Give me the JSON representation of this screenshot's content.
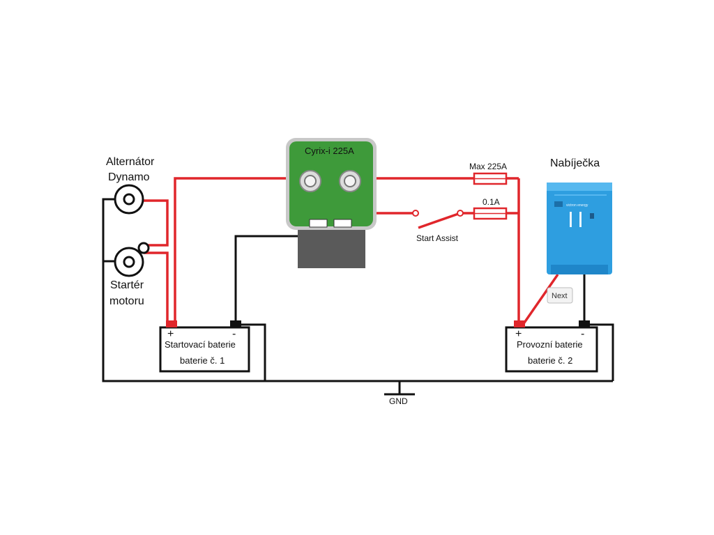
{
  "labels": {
    "alternator_line1": "Alternátor",
    "alternator_line2": "Dynamo",
    "starter_line1": "Startér",
    "starter_line2": "motoru",
    "cyrix_title": "Cyrix-i 225A",
    "fuse_main": "Max 225A",
    "fuse_small": "0.1A",
    "start_assist": "Start Assist",
    "charger_title": "Nabíječka",
    "charger_brand": "victron energy",
    "next_button": "Next",
    "battery1_line1": "Startovací baterie",
    "battery1_line2": "baterie č. 1",
    "battery2_line1": "Provozní baterie",
    "battery2_line2": "baterie č. 2",
    "plus": "+",
    "minus": "-",
    "gnd": "GND"
  },
  "colors": {
    "positive_wire": "#e0262b",
    "negative_wire": "#111111",
    "cyrix_board": "#3e9a3a",
    "cyrix_body": "#5a5a5a",
    "charger_body": "#2e9ee0"
  }
}
